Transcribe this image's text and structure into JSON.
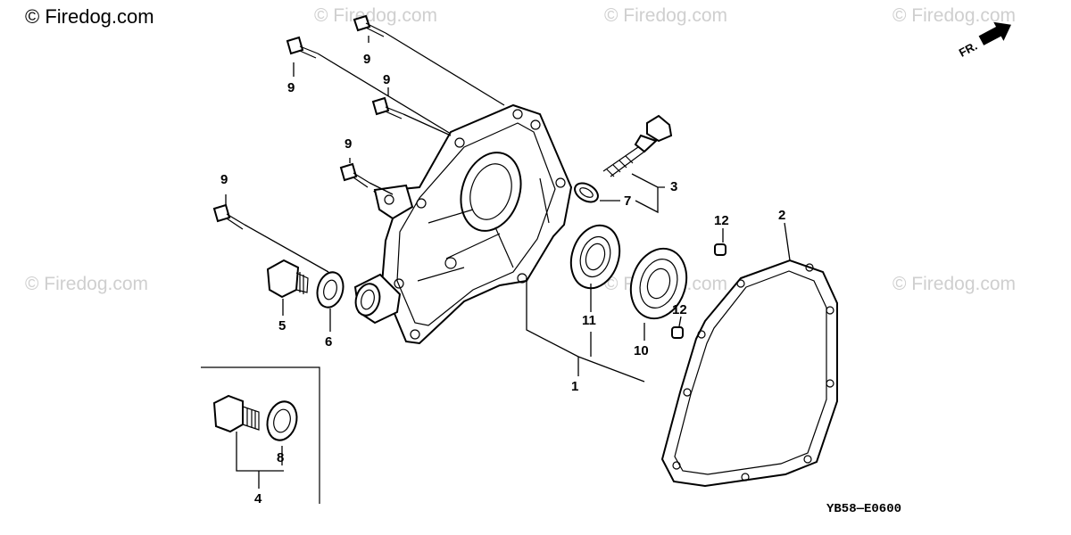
{
  "watermark": {
    "main": "© Firedog.com",
    "faint": "© Firedog.com"
  },
  "direction_label": "FR.",
  "diagram_code": "YB58—E0600",
  "callouts": {
    "c1": "1",
    "c2": "2",
    "c3": "3",
    "c4": "4",
    "c5": "5",
    "c6": "6",
    "c7": "7",
    "c8": "8",
    "c9a": "9",
    "c9b": "9",
    "c9c": "9",
    "c9d": "9",
    "c9e": "9",
    "c10": "10",
    "c11": "11",
    "c12a": "12",
    "c12b": "12"
  }
}
